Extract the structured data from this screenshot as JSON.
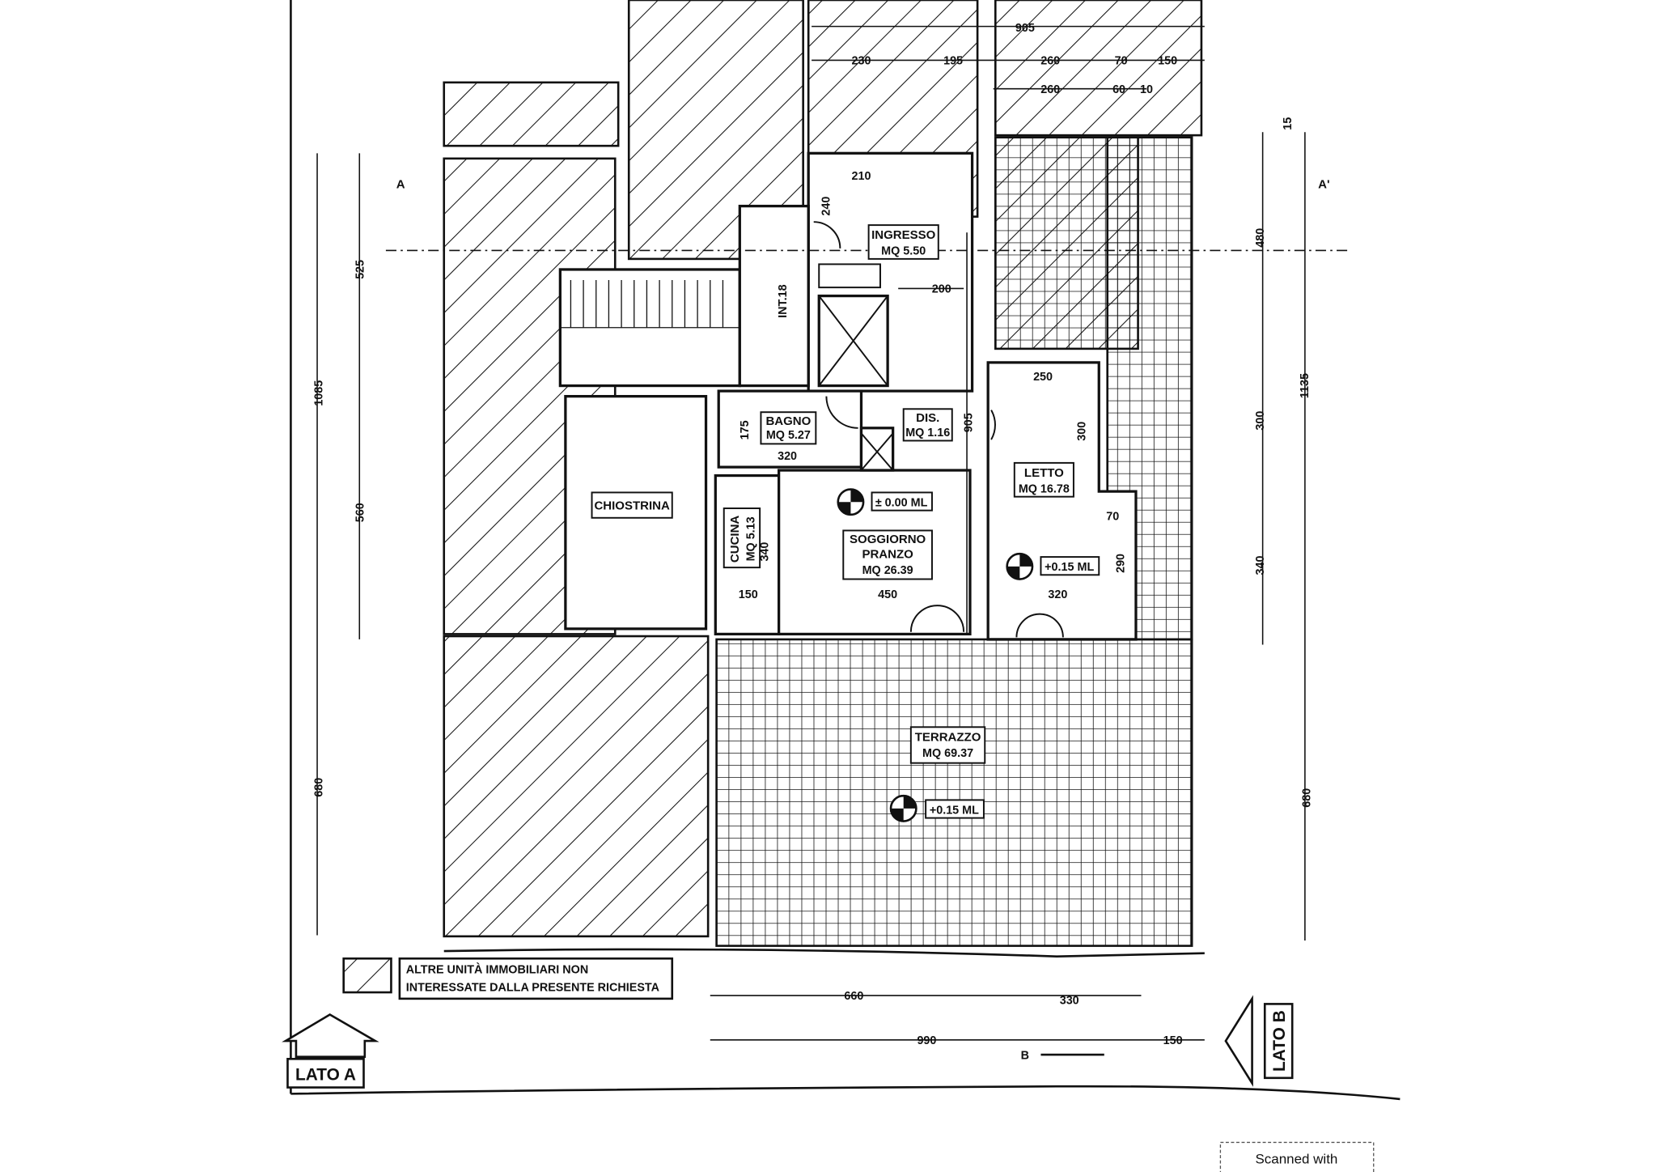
{
  "rooms": {
    "ingresso": {
      "name": "INGRESSO",
      "area": "MQ 5.50"
    },
    "bagno": {
      "name": "BAGNO",
      "area": "MQ 5.27"
    },
    "dis": {
      "name": "DIS.",
      "area": "MQ 1.16"
    },
    "cucina": {
      "name": "CUCINA",
      "area": "MQ 5.13"
    },
    "soggiorno": {
      "name1": "SOGGIORNO",
      "name2": "PRANZO",
      "area": "MQ 26.39"
    },
    "letto": {
      "name": "LETTO",
      "area": "MQ 16.78"
    },
    "chiostrina": {
      "name": "CHIOSTRINA"
    },
    "terrazzo": {
      "name": "TERRAZZO",
      "area": "MQ 69.37"
    }
  },
  "levels": {
    "soggiorno": "± 0.00 ML",
    "letto": "+0.15 ML",
    "terrazzo": "+0.15 ML"
  },
  "unit_label": "INT.18",
  "section_marks": {
    "a": "A",
    "a_prime": "A'",
    "b": "B"
  },
  "dims": {
    "top_905": "905",
    "top_230": "230",
    "top_195": "195",
    "top_260a": "260",
    "top_70": "70",
    "top_150": "150",
    "top_260b": "260",
    "top_60": "60",
    "top_10": "10",
    "top_15": "15",
    "ing_210": "210",
    "ing_240": "240",
    "ing_200": "200",
    "mid_905": "905",
    "bagno_175": "175",
    "bagno_320": "320",
    "letto_250": "250",
    "letto_300": "300",
    "letto_70": "70",
    "letto_290": "290",
    "letto_320": "320",
    "cucina_340": "340",
    "cucina_150": "150",
    "sogg_450": "450",
    "left_525": "525",
    "left_1085": "1085",
    "left_560": "560",
    "left_680": "680",
    "right_480": "480",
    "right_1135": "1135",
    "right_300": "300",
    "right_340": "340",
    "right_680": "680",
    "bot_660": "660",
    "bot_330": "330",
    "bot_990": "990",
    "bot_150": "150"
  },
  "legend": {
    "line1": "ALTRE UNITÀ IMMOBILIARI NON",
    "line2": "INTERESSATE DALLA PRESENTE RICHIESTA"
  },
  "sides": {
    "a": "LATO A",
    "b": "LATO B"
  },
  "scanner_badge": "Scanned with"
}
